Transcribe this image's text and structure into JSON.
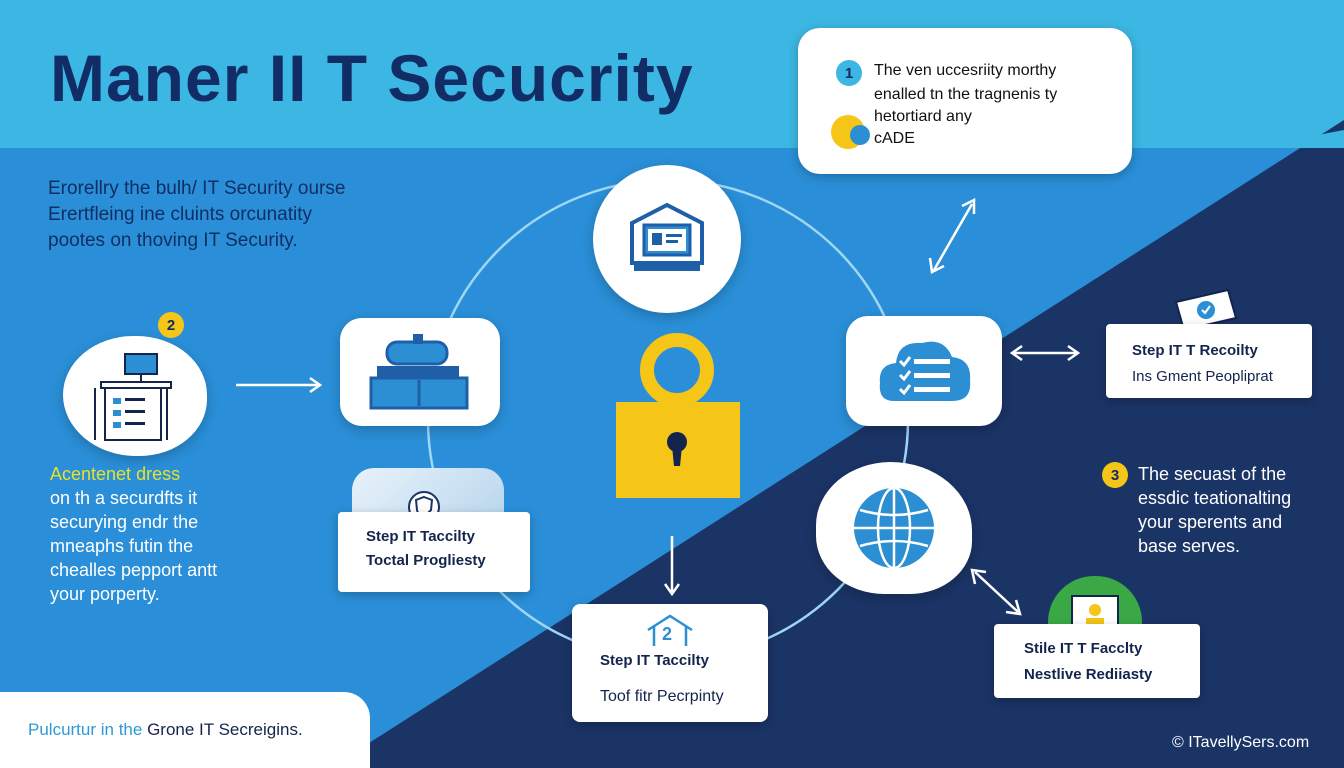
{
  "colors": {
    "light_blue": "#3cb6e3",
    "mid_blue": "#2a8fd8",
    "navy": "#1b3466",
    "title_navy": "#122c66",
    "accent_yellow": "#f5c518",
    "highlight_yellow": "#e8e12a",
    "icon_blue": "#2d8fd3",
    "white": "#ffffff"
  },
  "title": "Maner II T Secucrity",
  "intro": {
    "line1": "Erorellry the bulh/ IT Security ourse",
    "line2": "Erertfleing ine cluints orcunatity",
    "line3": "pootes on thoving IT Security."
  },
  "callout_top": {
    "badge": "1",
    "line1": "The ven uccesriity morthy",
    "line2": "enalled tn the tragnenis ty",
    "line3": "hetortiard any",
    "line4": "cADE"
  },
  "left_block": {
    "badge": "2",
    "highlight": "Acentenet dress",
    "line1": "on th a securdfts it",
    "line2": "securying endr the",
    "line3": "mneaphs futin the",
    "line4": "chealles pepport antt",
    "line5": "your porperty."
  },
  "right_block": {
    "badge": "3",
    "line1": "The secuast of the",
    "line2": "essdic teationalting",
    "line3": "your sperents and",
    "line4": "base serves."
  },
  "cards": {
    "step_left": {
      "title": "Step IT Taccilty",
      "subtitle": "Toctal Progliesty"
    },
    "step_bottom": {
      "icon_label": "2",
      "title": "Step IT Taccilty",
      "subtitle": "Toof fitr Pecrpinty"
    },
    "step_right_top": {
      "title": "Step IT T Recoilty",
      "subtitle": "Ins Gment Peopliprat"
    },
    "step_right_bottom": {
      "title": "Stile IT T Facclty",
      "subtitle": "Nestlive Rediiasty"
    }
  },
  "icons": {
    "monitor": "computer-monitor-icon",
    "server": "server-rack-icon",
    "desk": "desk-workstation-icon",
    "lock": "padlock-icon",
    "checklist": "checklist-cloud-icon",
    "globe": "globe-icon",
    "shield": "shield-icon",
    "user": "user-screen-icon",
    "house": "house-icon"
  },
  "footer": {
    "highlight": "Pulcurtur in the",
    "text": "Grone IT Secreigins."
  },
  "copyright": "© ITavellySers.com"
}
